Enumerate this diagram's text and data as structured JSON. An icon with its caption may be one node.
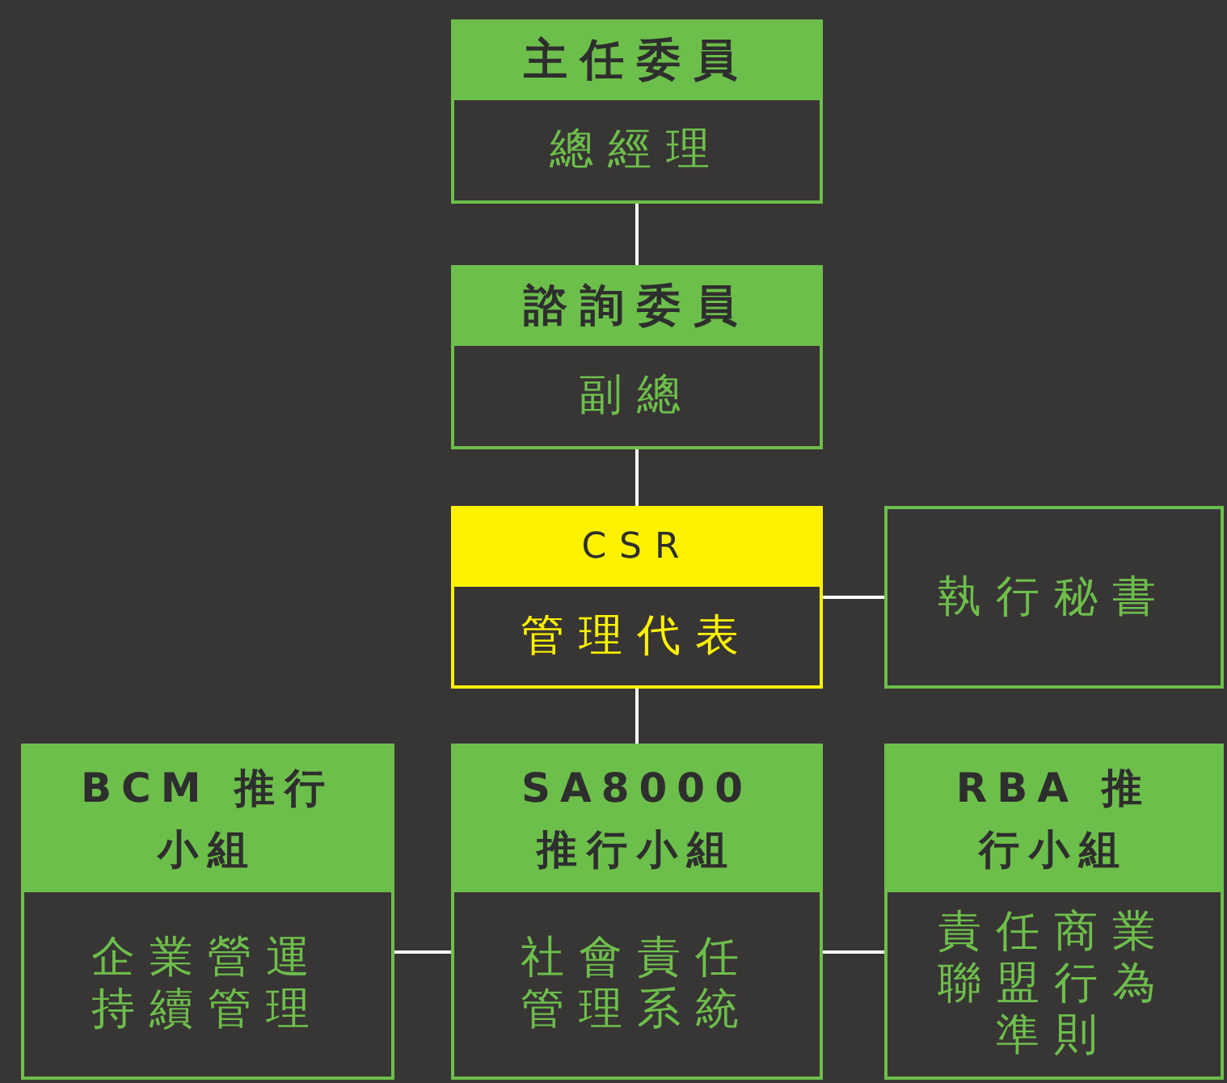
{
  "diagram": {
    "nodes": [
      {
        "text": [
          "主任委員",
          "總經理"
        ]
      },
      {
        "text": [
          "諮詢委員",
          "副總"
        ]
      },
      {
        "text": [
          "CSR",
          "管理代表"
        ]
      },
      {
        "text": [
          "執行秘書"
        ]
      },
      {
        "text": [
          "BCM 推行小組",
          "企業營運持續管理"
        ]
      },
      {
        "text": [
          "SA8000 推行小組",
          "社會責任管理系統"
        ]
      },
      {
        "text": [
          "RBA 推行小組",
          "責任商業聯盟行為準則"
        ]
      }
    ],
    "edges": [
      {
        "from": 0,
        "to": 1,
        "arrow": "none"
      },
      {
        "from": 1,
        "to": 2,
        "arrow": "none"
      },
      {
        "from": 2,
        "to": 3,
        "arrow": "none"
      },
      {
        "from": 2,
        "to": 5,
        "arrow": "none"
      },
      {
        "from": 4,
        "to": 5,
        "arrow": "none"
      },
      {
        "from": 5,
        "to": 6,
        "arrow": "none"
      }
    ]
  }
}
